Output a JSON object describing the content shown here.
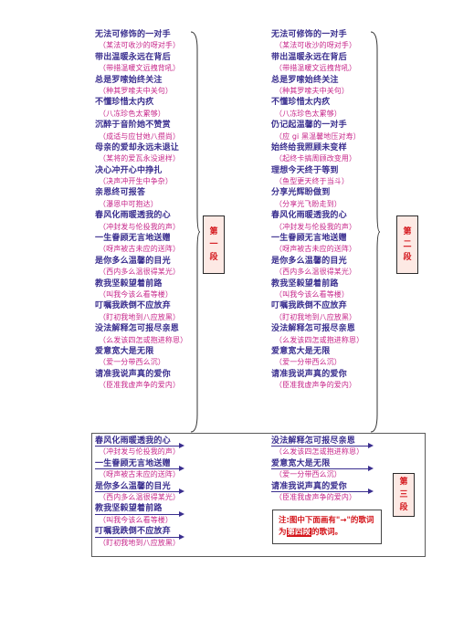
{
  "section1_lines": [
    {
      "cn": "无法可修饰的一对手",
      "py": "（某法可收沙的呀对手）"
    },
    {
      "cn": "带出温暖永远在背后",
      "py": "（带措温暖文远拽背吼）"
    },
    {
      "cn": "总是罗嗦始终关注",
      "py": "（种其罗嗦夫中关句）"
    },
    {
      "cn": "不懂珍惜太内疚",
      "py": "（八冻珍色太累够）"
    },
    {
      "cn": "沉醉于音阶她不赞赏",
      "py": "（成适与应甘她八攒尚）"
    },
    {
      "cn": "母亲的爱却永远未退让",
      "py": "（某将的爱瓦永没退样）"
    },
    {
      "cn": "决心冲开心中挣扎",
      "py": "（决声冲开生中争杂）"
    },
    {
      "cn": "亲恩终可报答",
      "py": "（瀑恩中可抱达）"
    },
    {
      "cn": "春风化雨暖透我的心",
      "py": "（冲封发与伦投我的声）"
    },
    {
      "cn": "一生眷顾无言地送赠",
      "py": "（呀声被古未应的送阵）"
    },
    {
      "cn": "是你多么温馨的目光",
      "py": "（西内多么温很得某光）"
    },
    {
      "cn": "教我坚毅望着前路",
      "py": "（叫我今该么看等楼）"
    },
    {
      "cn": "叮嘱我跌倒不应放弃",
      "py": "（盯初我地到八应放黑）"
    },
    {
      "cn": "没法解释怎可报尽亲恩",
      "py": "（么发该四怎或抱进称恩）"
    },
    {
      "cn": "爱意宽大是无限",
      "py": "（爱一分带西么沉）"
    },
    {
      "cn": "请准我说声真的爱你",
      "py": "（臣准我虚声争的爱内）"
    }
  ],
  "section2_lines": [
    {
      "cn": "无法可修饰的一对手",
      "py": "（某法可收沙的呀对手）"
    },
    {
      "cn": "带出温暖永远在背后",
      "py": "（带措温暖文远拽背吼）"
    },
    {
      "cn": "总是罗嗦始终关注",
      "py": "（种其罗嗦夫中关句）"
    },
    {
      "cn": "不懂珍惜太内疚",
      "py": "（八冻珍色太累够）"
    },
    {
      "cn": "仍记起温馨的一对手",
      "py": "（应 gi 黑温馨地压对寿）"
    },
    {
      "cn": "始终给我照顾未变样",
      "py": "（起终卡搞周顾改变用）"
    },
    {
      "cn": "理想今天终于等到",
      "py": "（鱼型更天终于当斗）"
    },
    {
      "cn": "分享光辉盼做到",
      "py": "（分享光飞盼走到）"
    },
    {
      "cn": "春风化雨暖透我的心",
      "py": "（冲封发与伦投我的声）"
    },
    {
      "cn": "一生眷顾无言地送赠",
      "py": "（呀声被古未应的送阵）"
    },
    {
      "cn": "是你多么温馨的目光",
      "py": "（西内多么温很得某光）"
    },
    {
      "cn": "教我坚毅望着前路",
      "py": "（叫我今该么看等楼）"
    },
    {
      "cn": "叮嘱我跌倒不应放弃",
      "py": "（盯初我地到八应放黑）"
    },
    {
      "cn": "没法解释怎可报尽亲恩",
      "py": "（么发该四怎或抱进称恩）"
    },
    {
      "cn": "爱意宽大是无限",
      "py": "（爱一分带西么沉）"
    },
    {
      "cn": "请准我说声真的爱你",
      "py": "（臣准我虚声争的爱内）"
    }
  ],
  "section3_left": [
    {
      "cn": "春风化雨暖透我的心",
      "py": "（冲封发与伦投我的声）"
    },
    {
      "cn": "一生眷顾无言地送赠",
      "py": "（呀声被古未应的送阵）"
    },
    {
      "cn": "是你多么温馨的目光",
      "py": "（西内多么温很得某光）"
    },
    {
      "cn": "教我坚毅望着前路",
      "py": "（叫我今该么看等楼）"
    },
    {
      "cn": "叮嘱我跌倒不应放弃",
      "py": "（盯初我地到八应放黑）"
    }
  ],
  "section3_right": [
    {
      "cn": "没法解释怎可报尽亲恩",
      "py": "（么发该四怎或抱进称恩）"
    },
    {
      "cn": "爱意宽大是无限",
      "py": "（爱一分带西么沉）"
    },
    {
      "cn": "请准我说声真的爱你",
      "py": "（臣准我虚声争的爱内）"
    }
  ],
  "labels": {
    "section1": [
      "第",
      "一",
      "段"
    ],
    "section2": [
      "第",
      "二",
      "段"
    ],
    "section3": [
      "第",
      "三",
      "段"
    ]
  },
  "note": {
    "prefix": "注:图中下面画有\"→\"的歌词为",
    "highlight": "第四段",
    "suffix": "的歌词。"
  },
  "colors": {
    "lyric": "#3a2e8f",
    "pinyin": "#c7268a",
    "label": "#d4151b",
    "label_bg": "#fde9e4"
  }
}
